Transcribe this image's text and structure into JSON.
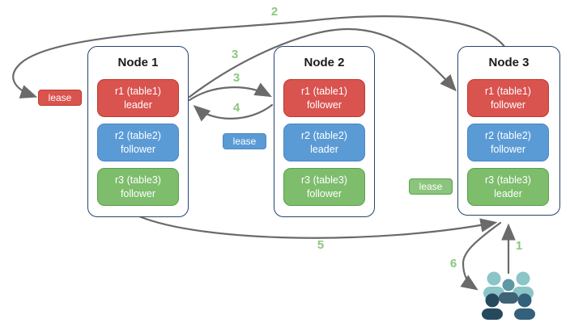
{
  "diagram_title": "raft-leaders-leaseholders-diagram",
  "colors": {
    "replica_red_fill": "#d9534f",
    "replica_red_border": "#c0392b",
    "replica_blue_fill": "#5b9bd5",
    "replica_blue_border": "#4a86c5",
    "replica_green_fill": "#7dbd6c",
    "replica_green_border": "#5aa14b",
    "node_border": "#24446d",
    "arrow": "#6a6a6a",
    "step_label": "#8dc77b",
    "users_back": "#8cc5c7",
    "users_mid_head": "#5e98a5",
    "users_mid_body": "#3d6374",
    "users_front_left": "#26495d",
    "users_front_right": "#33607a"
  },
  "nodes": [
    {
      "title": "Node 1",
      "replicas": [
        {
          "name": "r1 (table1)",
          "role": "leader",
          "color": "red"
        },
        {
          "name": "r2 (table2)",
          "role": "follower",
          "color": "blue"
        },
        {
          "name": "r3 (table3)",
          "role": "follower",
          "color": "green"
        }
      ]
    },
    {
      "title": "Node 2",
      "replicas": [
        {
          "name": "r1 (table1)",
          "role": "follower",
          "color": "red"
        },
        {
          "name": "r2 (table2)",
          "role": "leader",
          "color": "blue"
        },
        {
          "name": "r3 (table3)",
          "role": "follower",
          "color": "green"
        }
      ]
    },
    {
      "title": "Node 3",
      "replicas": [
        {
          "name": "r1 (table1)",
          "role": "follower",
          "color": "red"
        },
        {
          "name": "r2 (table2)",
          "role": "follower",
          "color": "blue"
        },
        {
          "name": "r3 (table3)",
          "role": "leader",
          "color": "green"
        }
      ]
    }
  ],
  "leases": [
    {
      "label": "lease",
      "color": "red"
    },
    {
      "label": "lease",
      "color": "blue"
    },
    {
      "label": "lease",
      "color": "green"
    }
  ],
  "flow_labels": {
    "step1": "1",
    "step2": "2",
    "step3a": "3",
    "step3b": "3",
    "step4": "4",
    "step5": "5",
    "step6": "6"
  },
  "icons": {
    "users": "users-group-icon"
  }
}
